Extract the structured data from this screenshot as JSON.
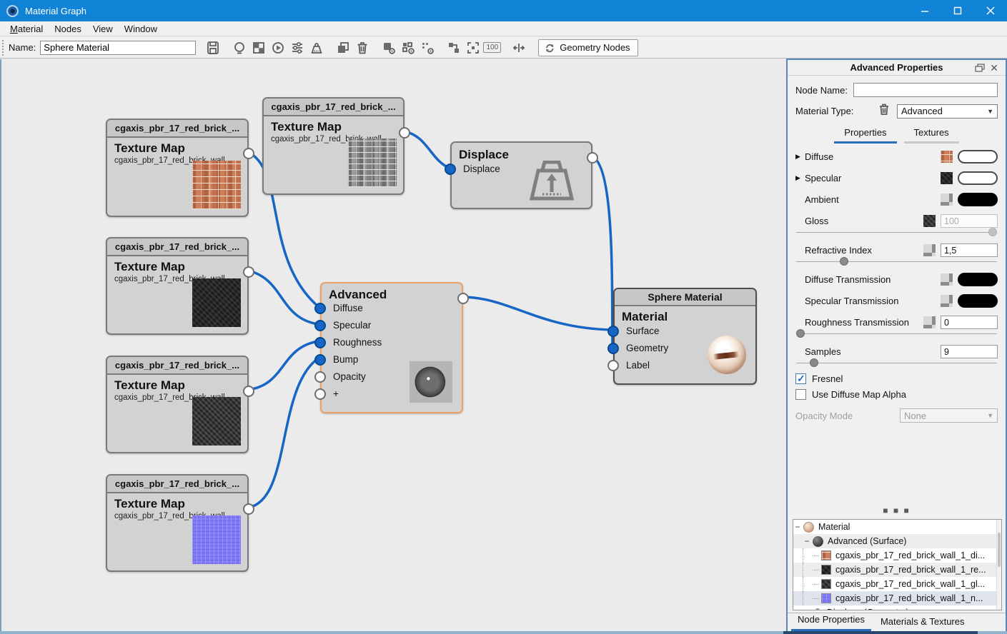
{
  "window": {
    "title": "Material Graph"
  },
  "menu": {
    "items": [
      {
        "accel": "M",
        "rest": "aterial"
      },
      {
        "accel": "",
        "rest": "Nodes"
      },
      {
        "accel": "",
        "rest": "View"
      },
      {
        "accel": "",
        "rest": "Window"
      }
    ]
  },
  "toolbar": {
    "name_label": "Name:",
    "name_value": "Sphere Material",
    "zoom_value": "100",
    "geometry_nodes_label": "Geometry Nodes"
  },
  "graph": {
    "nodes": [
      {
        "header": "cgaxis_pbr_17_red_brick_...",
        "type": "Texture Map",
        "file": "cgaxis_pbr_17_red_brick_wall_..."
      },
      {
        "header": "cgaxis_pbr_17_red_brick_...",
        "type": "Texture Map",
        "file": "cgaxis_pbr_17_red_brick_wall_..."
      },
      {
        "header": "cgaxis_pbr_17_red_brick_...",
        "type": "Texture Map",
        "file": "cgaxis_pbr_17_red_brick_wall_..."
      },
      {
        "header": "cgaxis_pbr_17_red_brick_...",
        "type": "Texture Map",
        "file": "cgaxis_pbr_17_red_brick_wall_..."
      },
      {
        "header": "cgaxis_pbr_17_red_brick_...",
        "type": "Texture Map",
        "file": "cgaxis_pbr_17_red_brick_wall_..."
      },
      {
        "title": "Displace",
        "input": "Displace"
      },
      {
        "title": "Advanced",
        "inputs": [
          "Diffuse",
          "Specular",
          "Roughness",
          "Bump",
          "Opacity",
          "+"
        ]
      },
      {
        "header": "Sphere Material",
        "title": "Material",
        "inputs": [
          "Surface",
          "Geometry",
          "Label"
        ]
      }
    ]
  },
  "panel": {
    "title": "Advanced Properties",
    "node_name_label": "Node Name:",
    "material_type_label": "Material Type:",
    "material_type_value": "Advanced",
    "tabs": [
      "Properties",
      "Textures"
    ],
    "props": {
      "diffuse": "Diffuse",
      "specular": "Specular",
      "ambient": "Ambient",
      "gloss": "Gloss",
      "gloss_value": "100",
      "refractive": "Refractive Index",
      "refractive_value": "1,5",
      "diffuse_trans": "Diffuse Transmission",
      "specular_trans": "Specular Transmission",
      "roughness_trans": "Roughness Transmission",
      "roughness_trans_value": "0",
      "samples": "Samples",
      "samples_value": "9",
      "fresnel": "Fresnel",
      "use_diffuse_map_alpha": "Use Diffuse Map Alpha",
      "opacity_mode": "Opacity Mode",
      "opacity_mode_value": "None"
    },
    "tree": {
      "items": [
        {
          "label": "Material"
        },
        {
          "label": "Advanced (Surface)"
        },
        {
          "label": "cgaxis_pbr_17_red_brick_wall_1_di..."
        },
        {
          "label": "cgaxis_pbr_17_red_brick_wall_1_re..."
        },
        {
          "label": "cgaxis_pbr_17_red_brick_wall_1_gl..."
        },
        {
          "label": "cgaxis_pbr_17_red_brick_wall_1_n..."
        },
        {
          "label": "Displace (Geometry)"
        }
      ]
    },
    "bottom_tabs": [
      "Node Properties",
      "Materials & Textures"
    ]
  },
  "colors": {
    "titlebar": "#1083d7",
    "wire": "#1766c5",
    "selection": "#e8a269",
    "accent": "#2a6cc0"
  }
}
